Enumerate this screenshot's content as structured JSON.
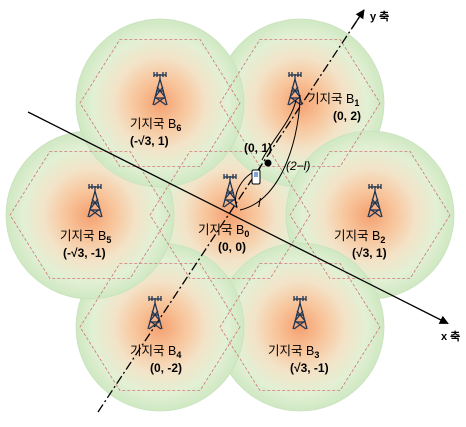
{
  "axes": {
    "x_label": "x 축",
    "y_label": "y 축"
  },
  "base_stations": [
    {
      "prefix": "기지국 B",
      "sub": "0",
      "coord": "(0, 0)"
    },
    {
      "prefix": "기지국 B",
      "sub": "1",
      "coord": "(0, 2)"
    },
    {
      "prefix": "기지국 B",
      "sub": "2",
      "coord_pre": "(",
      "sqrt": "√3",
      "coord_post": ", 1)"
    },
    {
      "prefix": "기지국 B",
      "sub": "3",
      "coord_pre": "(",
      "sqrt": "√3",
      "coord_post": ", -1)"
    },
    {
      "prefix": "기지국 B",
      "sub": "4",
      "coord": "(0, -2)"
    },
    {
      "prefix": "기지국 B",
      "sub": "5",
      "coord_pre": "(-",
      "sqrt": "√3",
      "coord_post": ", -1)"
    },
    {
      "prefix": "기지국 B",
      "sub": "6",
      "coord_pre": "(-",
      "sqrt": "√3",
      "coord_post": ", 1)"
    }
  ],
  "annotations": {
    "point_label": "(0, 1)",
    "arc_short": "l",
    "arc_long": "(2−l)"
  }
}
